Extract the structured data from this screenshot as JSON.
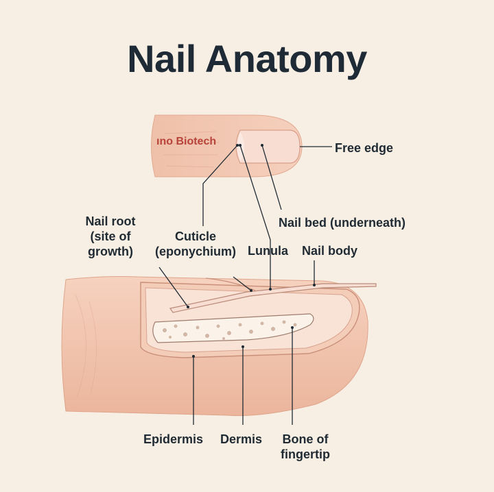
{
  "title": "Nail Anatomy",
  "watermark": "ıno Biotech",
  "labels": {
    "free_edge": "Free edge",
    "nail_bed": "Nail bed (underneath)",
    "nail_root_line1": "Nail root",
    "nail_root_line2": "(site of",
    "nail_root_line3": "growth)",
    "cuticle_line1": "Cuticle",
    "cuticle_line2": "(eponychium)",
    "lunula": "Lunula",
    "nail_body": "Nail body",
    "epidermis": "Epidermis",
    "dermis": "Dermis",
    "bone_line1": "Bone of",
    "bone_line2": "fingertip"
  },
  "colors": {
    "background": "#f8efe4",
    "skin": "#f0c2ab",
    "skin_dark": "#dea48b",
    "nail": "#f7ddd2",
    "bone": "#fbf3ea",
    "text": "#1f2a33",
    "watermark": "#b8433a"
  }
}
